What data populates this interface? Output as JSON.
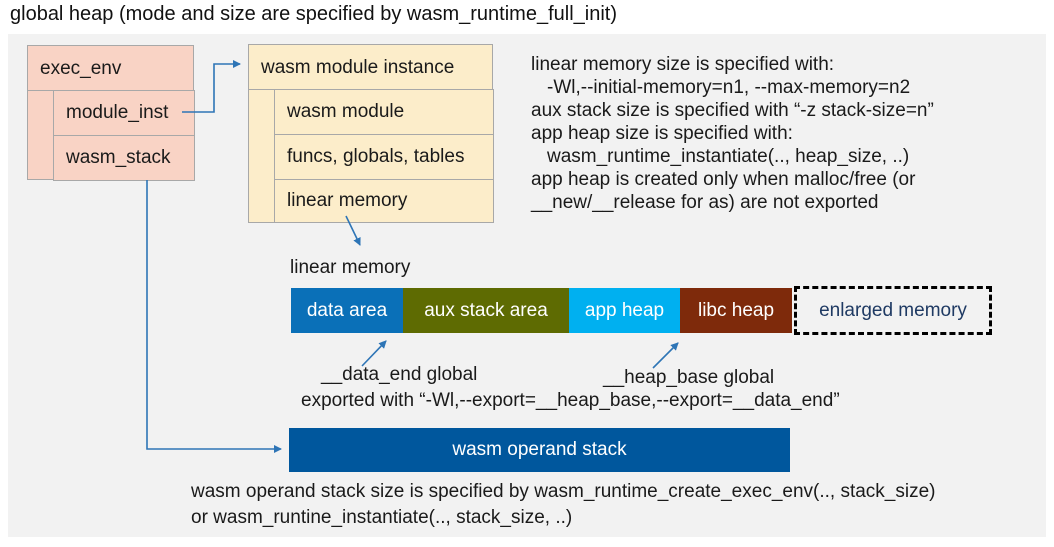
{
  "title": "global heap (mode and size are specified by wasm_runtime_full_init)",
  "colors": {
    "panel_bg": "#f2f2f2",
    "struct_box_pink": "#f9d3c5",
    "struct_box_cream": "#fcedca",
    "box_border": "#a8a8a8",
    "arrow_blue": "#2e75b6",
    "enlarged_text_navy": "#1f3a63"
  },
  "exec_env_box": {
    "header": "exec_env",
    "rows": [
      "module_inst",
      "wasm_stack"
    ]
  },
  "module_instance_box": {
    "header": "wasm module instance",
    "rows": [
      "wasm module",
      "funcs, globals, tables",
      "linear memory"
    ]
  },
  "notes": {
    "lines": [
      "linear memory size is specified with:",
      "-Wl,--initial-memory=n1, --max-memory=n2",
      "aux stack size is specified with “-z stack-size=n”",
      "app heap size is specified with:",
      "wasm_runtime_instantiate(.., heap_size, ..)",
      "app heap is created only when malloc/free (or",
      "__new/__release for as) are not exported"
    ]
  },
  "linear_memory": {
    "label": "linear memory",
    "segments": [
      {
        "label": "data area",
        "color": "#0a70b8",
        "text_color": "#ffffff"
      },
      {
        "label": "aux stack area",
        "color": "#5e6b02",
        "text_color": "#ffffff"
      },
      {
        "label": "app heap",
        "color": "#00b0f0",
        "text_color": "#ffffff"
      },
      {
        "label": "libc heap",
        "color": "#7e2a0b",
        "text_color": "#ffffff"
      },
      {
        "label": "enlarged memory",
        "color": "",
        "text_color": "#1f3a63"
      }
    ]
  },
  "annotations": {
    "data_end_label": "__data_end global",
    "heap_base_label": "__heap_base global",
    "export_line": "exported with “-Wl,--export=__heap_base,--export=__data_end”"
  },
  "operand_stack": {
    "label": "wasm operand stack",
    "color": "#00579d"
  },
  "footer": {
    "lines": [
      "wasm operand stack size is specified by wasm_runtime_create_exec_env(.., stack_size)",
      "or wasm_runtine_instantiate(.., stack_size, ..)"
    ]
  }
}
